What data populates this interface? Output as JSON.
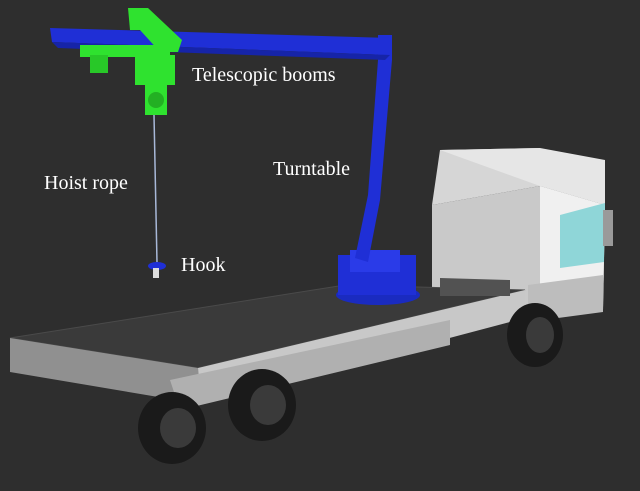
{
  "labels": {
    "telescopic_booms": "Telescopic booms",
    "turntable": "Turntable",
    "hoist_rope": "Hoist rope",
    "hook": "Hook"
  },
  "colors": {
    "background": "#2e2e2e",
    "boom": "#1f2fd6",
    "trolley": "#2fe22f",
    "truck_body": "#d9d9d9",
    "truck_shadow": "#8a8a8a",
    "bed_top": "#3a3a3a",
    "tire": "#1a1a1a",
    "window": "#8fd6d8",
    "label_text": "#ffffff"
  }
}
